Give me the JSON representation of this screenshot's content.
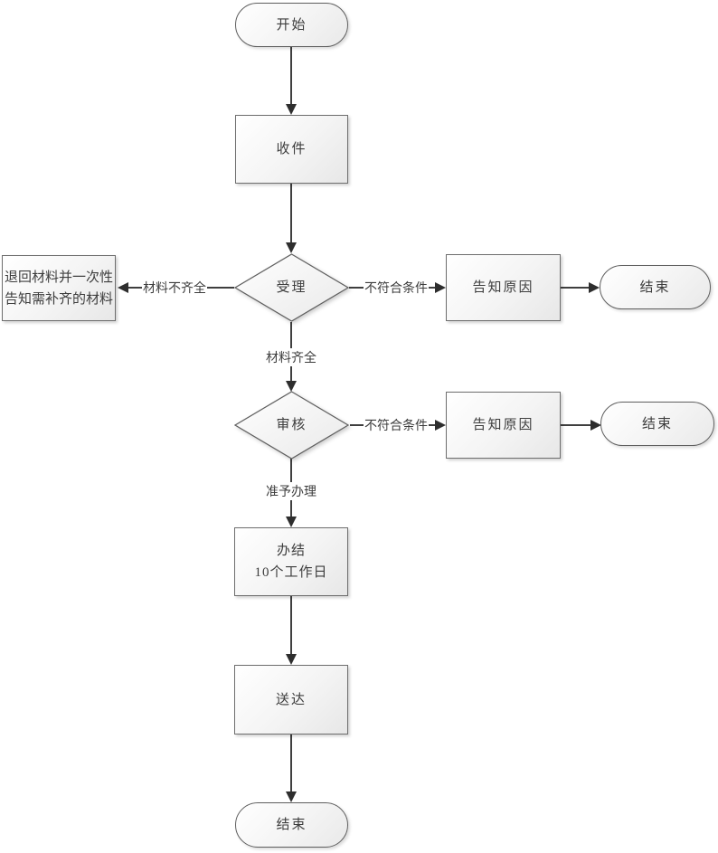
{
  "flowchart": {
    "nodes": {
      "start": "开始",
      "receive": "收件",
      "accept_decision": "受理",
      "return_materials": {
        "line1": "退回材料并一次性",
        "line2": "告知需补齐的材料"
      },
      "inform_reason_1": "告知原因",
      "end_1": "结束",
      "review_decision": "审核",
      "inform_reason_2": "告知原因",
      "end_2": "结束",
      "complete": {
        "line1": "办结",
        "line2": "10个工作日"
      },
      "deliver": "送达",
      "end_final": "结束"
    },
    "edge_labels": {
      "materials_incomplete": "材料不齐全",
      "not_meet_conditions_1": "不符合条件",
      "materials_complete": "材料齐全",
      "not_meet_conditions_2": "不符合条件",
      "approved_to_process": "准予办理"
    },
    "colors": {
      "background": "#ffffff",
      "shape_border": "#6e6e6e",
      "shape_fill_light": "#ffffff",
      "shape_fill_dark": "#e7e7e7",
      "connector": "#3f3f3f",
      "arrowhead": "#2e2e2e",
      "text": "#3d3d3d"
    }
  }
}
